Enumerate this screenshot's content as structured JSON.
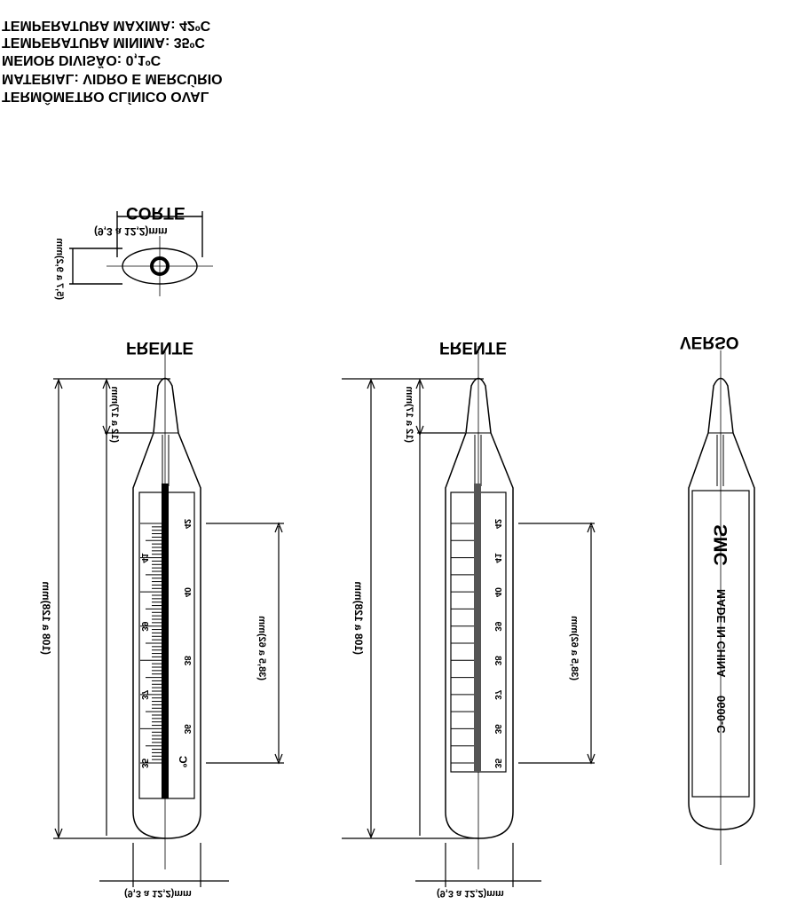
{
  "header": {
    "lines": [
      "TEMPERATURA MAXIMA: 42ºC",
      "TEMPERATURA MINIMA: 35ºC",
      "MENOR DIVISÃO: 0,1ºC",
      "MATERIAL: VIDRO E MERCÚRIO",
      "TERMÔMETRO CLÍNICO OVAL"
    ]
  },
  "section": {
    "title": "CORTE",
    "width_dim": "(9,3 a 12,2)mm",
    "height_dim": "(5,7 a 9,2)mm"
  },
  "views": {
    "front1_title": "FRENTE",
    "front2_title": "FRENTE",
    "back_title": "VERSO"
  },
  "dimensions": {
    "total_length": "(108 a 128)mm",
    "tip_length": "(12 a 17)mm",
    "scale_length": "(38,5 a 62)mm",
    "bottom_width_1": "(9,3 a 12,2)mm",
    "bottom_width_2": "(9,3 a 12,2)mm"
  },
  "scale": {
    "unit": "ºC",
    "labels_fine": [
      "35",
      "36",
      "37",
      "38",
      "39",
      "40",
      "41",
      "42"
    ],
    "labels_coarse": [
      "35",
      "36",
      "37",
      "38",
      "39",
      "40",
      "41",
      "42"
    ]
  },
  "back": {
    "brand": "SMC",
    "origin": "MADE IN CHINA",
    "code": "0600-C"
  },
  "colors": {
    "ink": "#000000",
    "paper": "#ffffff"
  }
}
